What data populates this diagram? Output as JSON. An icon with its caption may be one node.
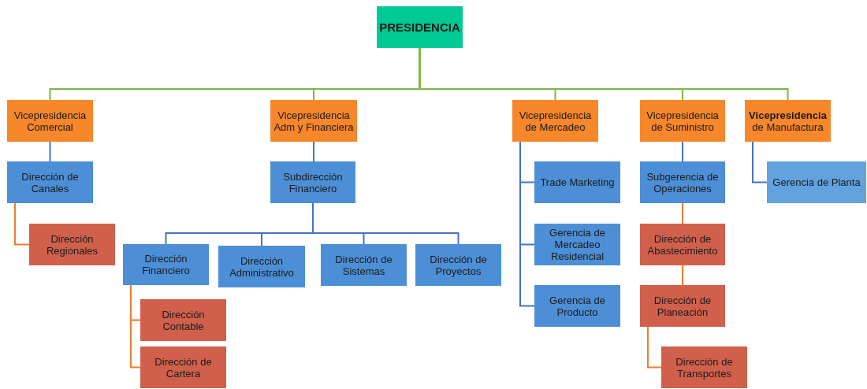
{
  "diagram": {
    "nodes": [
      {
        "text": [
          "PRESIDENCIA"
        ]
      },
      {
        "text": [
          "Vicepresidencia Comercial"
        ]
      },
      {
        "text": [
          "Vicepresidencia Adm y Financiera"
        ]
      },
      {
        "text": [
          "Vicepresidencia de Mercadeo"
        ]
      },
      {
        "text": [
          "Vicepresidencia de Suministro"
        ]
      },
      {
        "text": [
          "**Vicepresidencia** de Manufactura"
        ]
      },
      {
        "text": [
          "Dirección de Canales"
        ]
      },
      {
        "text": [
          "Dirección Regionales"
        ]
      },
      {
        "text": [
          "Subdirección Financiero"
        ]
      },
      {
        "text": [
          "Dirección Financiero"
        ]
      },
      {
        "text": [
          "Dirección Administrativo"
        ]
      },
      {
        "text": [
          "Dirección de Sistemas"
        ]
      },
      {
        "text": [
          "Dirección de Proyectos"
        ]
      },
      {
        "text": [
          "Dirección Contable"
        ]
      },
      {
        "text": [
          "Dirección de Cartera"
        ]
      },
      {
        "text": [
          "Trade Marketing"
        ]
      },
      {
        "text": [
          "Gerencia de Mercadeo Residencial"
        ]
      },
      {
        "text": [
          "Gerencia de Producto"
        ]
      },
      {
        "text": [
          "Subgerencia de Operaciones"
        ]
      },
      {
        "text": [
          "Dirección de Abastecimiento"
        ]
      },
      {
        "text": [
          "Dirección de Planeación"
        ]
      },
      {
        "text": [
          "Dirección de Transportes"
        ]
      },
      {
        "text": [
          "Gerencia de Planta"
        ]
      }
    ],
    "edges": [
      {
        "from": 0,
        "to": 1,
        "arrow": "none",
        "color": "#7ab648"
      },
      {
        "from": 0,
        "to": 2,
        "arrow": "none",
        "color": "#7ab648"
      },
      {
        "from": 0,
        "to": 3,
        "arrow": "none",
        "color": "#7ab648"
      },
      {
        "from": 0,
        "to": 4,
        "arrow": "none",
        "color": "#7ab648"
      },
      {
        "from": 0,
        "to": 5,
        "arrow": "none",
        "color": "#7ab648"
      },
      {
        "from": 1,
        "to": 6,
        "arrow": "none"
      },
      {
        "from": 6,
        "to": 7,
        "arrow": "none",
        "color": "#ed7d31"
      },
      {
        "from": 2,
        "to": 8,
        "arrow": "none"
      },
      {
        "from": 8,
        "to": 9,
        "arrow": "none"
      },
      {
        "from": 8,
        "to": 10,
        "arrow": "none"
      },
      {
        "from": 8,
        "to": 11,
        "arrow": "none"
      },
      {
        "from": 8,
        "to": 12,
        "arrow": "none"
      },
      {
        "from": 9,
        "to": 13,
        "arrow": "none",
        "color": "#ed7d31"
      },
      {
        "from": 9,
        "to": 14,
        "arrow": "none",
        "color": "#ed7d31"
      },
      {
        "from": 3,
        "to": 15,
        "arrow": "none"
      },
      {
        "from": 3,
        "to": 16,
        "arrow": "none"
      },
      {
        "from": 3,
        "to": 17,
        "arrow": "none"
      },
      {
        "from": 4,
        "to": 18,
        "arrow": "none"
      },
      {
        "from": 18,
        "to": 19,
        "arrow": "none",
        "color": "#ed7d31"
      },
      {
        "from": 19,
        "to": 20,
        "arrow": "none",
        "color": "#ed7d31"
      },
      {
        "from": 20,
        "to": 21,
        "arrow": "none",
        "color": "#ed7d31"
      },
      {
        "from": 5,
        "to": 22,
        "arrow": "none"
      }
    ]
  }
}
